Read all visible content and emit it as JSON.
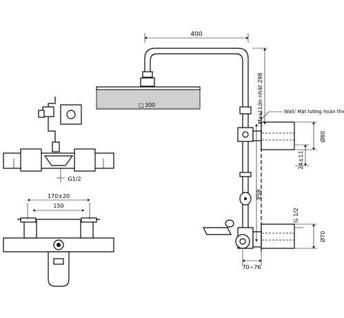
{
  "dimensions": {
    "arm_length": "400",
    "riser_height": "Max/ Lớn nhất 298",
    "head_size": "300",
    "head_size_prefix": "□",
    "wall_label": "Wall/ Mặt tường hoàn thiện",
    "flange_diameter": "Ø80",
    "bracket_offset": "24±11",
    "pipe_length": "858",
    "thread_right": "G 1/2",
    "mixer_diameter": "Ø70",
    "projection": "70∼76",
    "thread_left": "G1/2",
    "centers": "170±20",
    "inner_width": "150"
  }
}
